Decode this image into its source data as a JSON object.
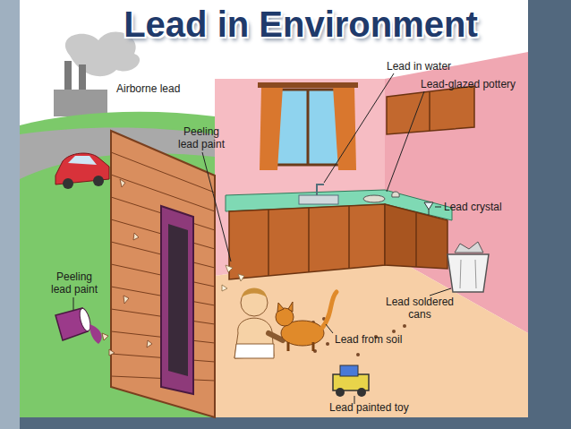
{
  "diagram": {
    "title": "Lead in Environment",
    "labels": [
      "Lead in water",
      "Airborne lead",
      "Lead-glazed pottery",
      "Peeling lead paint",
      "Lead crystal",
      "Peeling lead paint",
      "Lead soldered cans",
      "Lead from soil",
      "Lead painted toy"
    ]
  }
}
